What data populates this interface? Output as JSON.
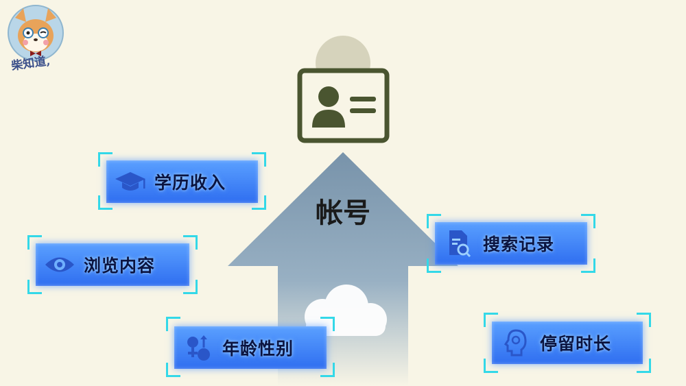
{
  "logo": {
    "text": "柴知道,",
    "icon": "shiba-mascot-icon"
  },
  "center": {
    "title": "帐号",
    "icon": "id-card-icon"
  },
  "tags": [
    {
      "id": "education",
      "label": "学历收入",
      "icon": "graduation-cap-icon"
    },
    {
      "id": "browse",
      "label": "浏览内容",
      "icon": "eye-icon"
    },
    {
      "id": "age",
      "label": "年龄性别",
      "icon": "gender-icon"
    },
    {
      "id": "search",
      "label": "搜索记录",
      "icon": "search-document-icon"
    },
    {
      "id": "duration",
      "label": "停留时长",
      "icon": "head-profile-icon"
    }
  ],
  "colors": {
    "background": "#f8f5e6",
    "card": "#4a5530",
    "arrow": "#7f9db4",
    "tag": "#3a7cf5",
    "bracket": "#34d9e8"
  }
}
